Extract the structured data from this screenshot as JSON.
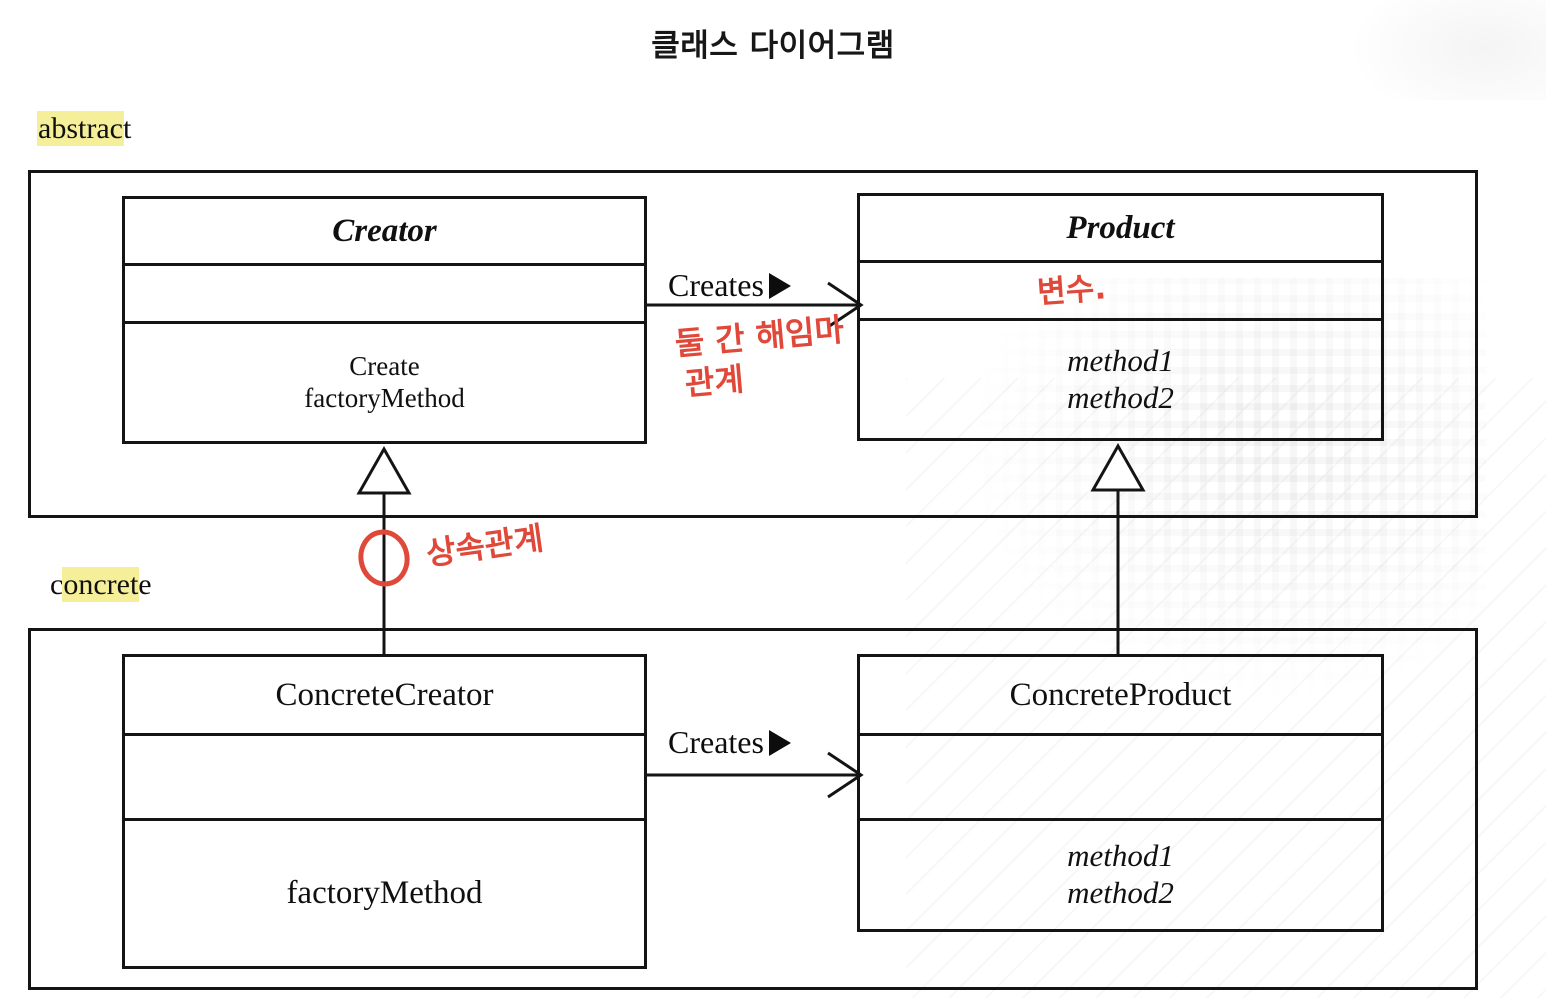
{
  "slide": {
    "title": "클래스 다이어그램",
    "background_color": "#ffffff"
  },
  "colors": {
    "line": "#141414",
    "text": "#101010",
    "highlight": "#f5ef9a",
    "annotation_red": "#e0483a"
  },
  "groups": [
    {
      "id": "abstract",
      "label": "abstract",
      "label_highlight_part": "abstrac",
      "label_plain_tail": "t"
    },
    {
      "id": "concrete",
      "label": "concrete",
      "label_plain_head": "c",
      "label_highlight_part": "oncret",
      "label_plain_tail": "e"
    }
  ],
  "classes": {
    "creator": {
      "name": "Creator",
      "stereotype": "abstract",
      "attributes": "",
      "operations_lines": [
        "Create",
        "factoryMethod"
      ]
    },
    "product": {
      "name": "Product",
      "stereotype": "abstract",
      "attributes": "",
      "operations_lines": [
        "method1",
        "method2"
      ]
    },
    "concrete_creator": {
      "name": "ConcreteCreator",
      "stereotype": "concrete",
      "attributes": "",
      "operations_lines": [
        "factoryMethod"
      ]
    },
    "concrete_product": {
      "name": "ConcreteProduct",
      "stereotype": "concrete",
      "attributes": "",
      "operations_lines": [
        "method1",
        "method2"
      ]
    }
  },
  "relations": {
    "creates_top": {
      "label": "Creates",
      "from": "Creator",
      "to": "Product",
      "kind": "association-directed"
    },
    "creates_bottom": {
      "label": "Creates",
      "from": "ConcreteCreator",
      "to": "ConcreteProduct",
      "kind": "association-directed"
    },
    "inherit_creator": {
      "from": "ConcreteCreator",
      "to": "Creator",
      "kind": "generalization"
    },
    "inherit_product": {
      "from": "ConcreteProduct",
      "to": "Product",
      "kind": "generalization"
    }
  },
  "annotations": {
    "product_attr": "변수.",
    "creates_note_line1": "둘 간 해임마",
    "creates_note_line2": "관계",
    "inheritance_note": "상속관계"
  }
}
